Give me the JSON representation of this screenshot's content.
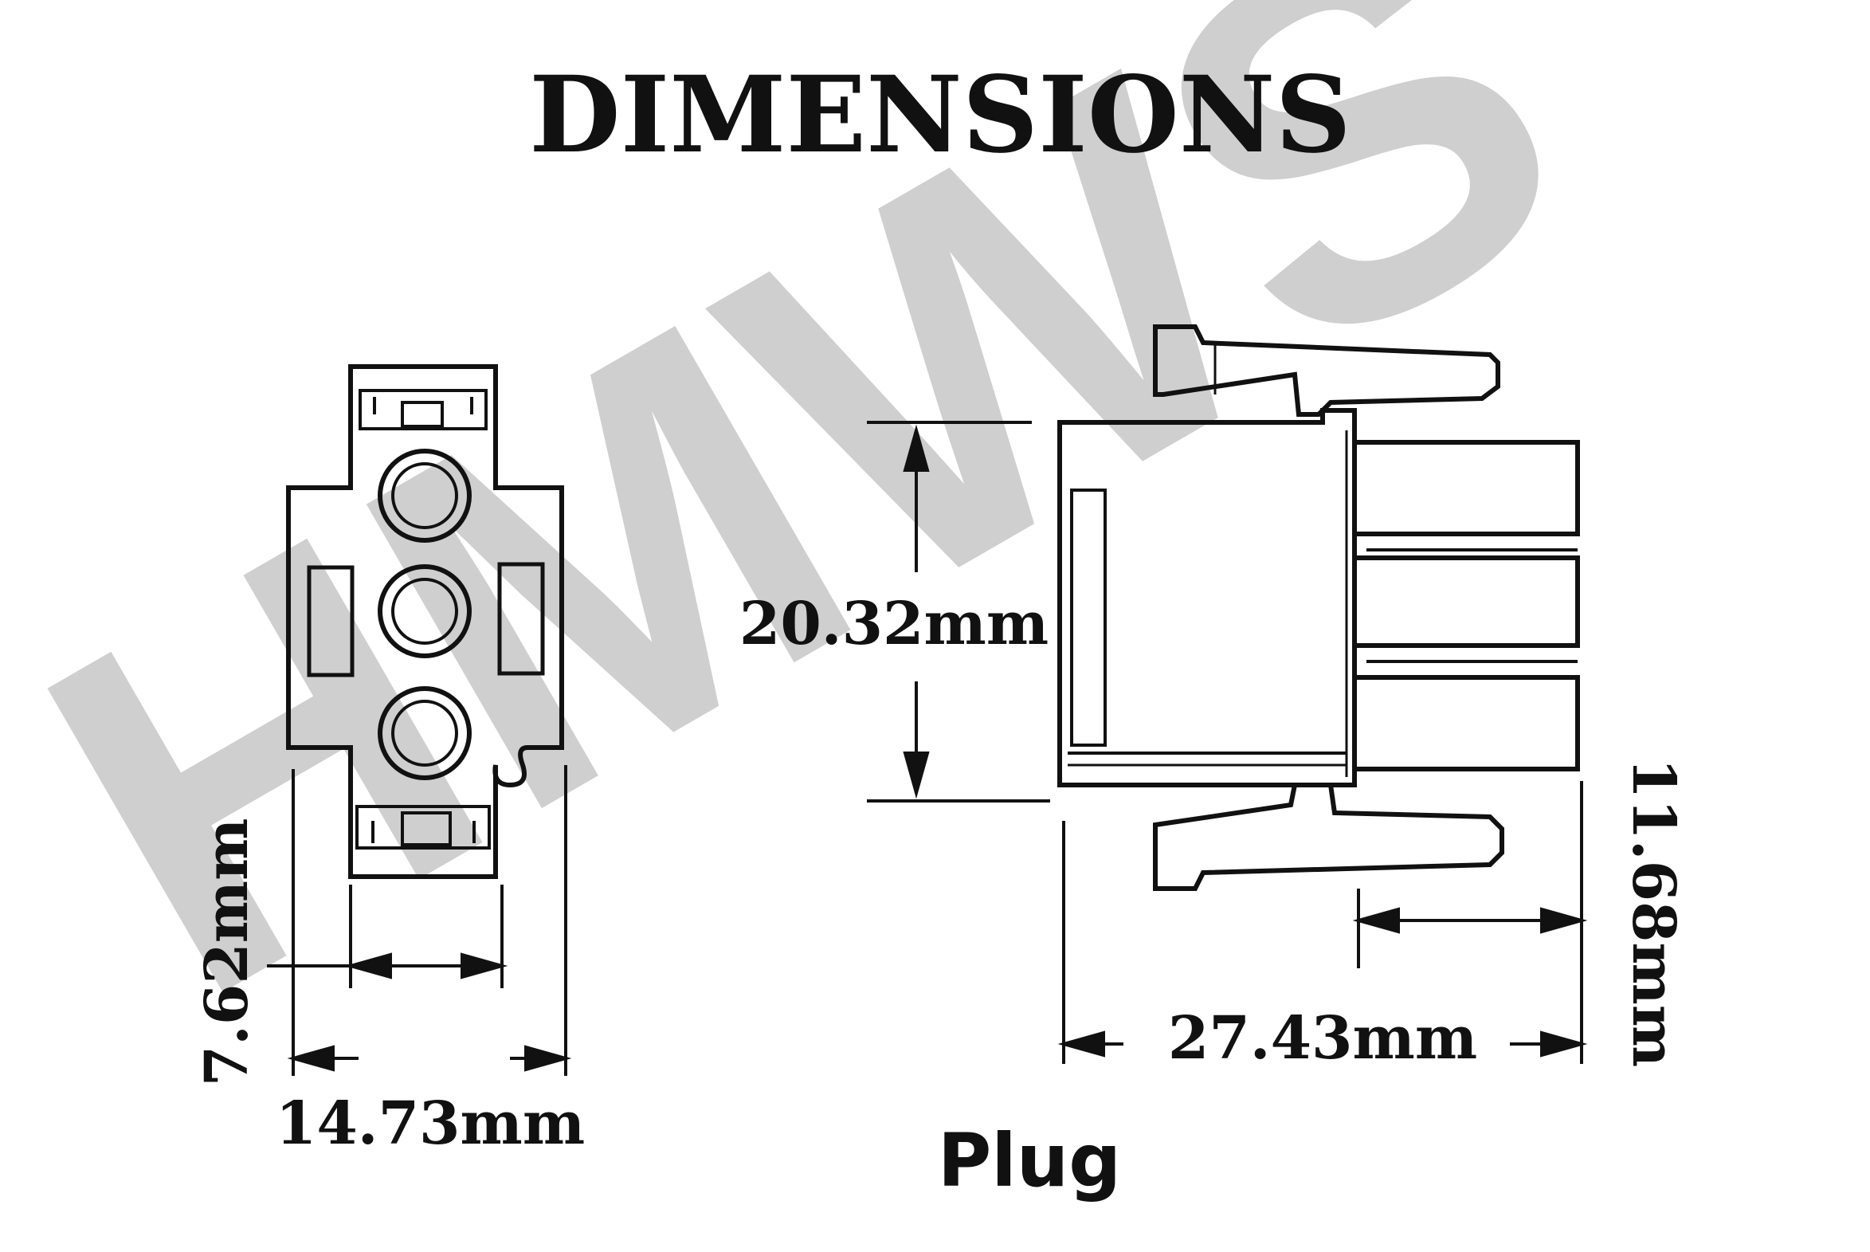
{
  "title": "DIMENSIONS",
  "caption": "Plug",
  "watermark": "HMWS",
  "dimensions": {
    "height": "20.32mm",
    "length": "27.43mm",
    "tail": "11.68mm",
    "pitch": "7.62mm",
    "width": "14.73mm"
  },
  "colors": {
    "ink": "#111111",
    "watermark": "#cfcfcf",
    "background": "#ffffff"
  }
}
